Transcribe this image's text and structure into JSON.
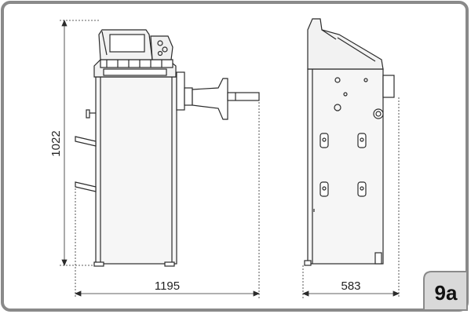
{
  "figure": {
    "label": "9a",
    "colors": {
      "frame": "#8a8a8a",
      "line": "#2b2b2b",
      "fill": "#f4f4f4",
      "badge_bg": "#d9d9d9"
    }
  },
  "dimensions": {
    "height_label": "1022",
    "width_label": "1195",
    "depth_label": "583"
  }
}
